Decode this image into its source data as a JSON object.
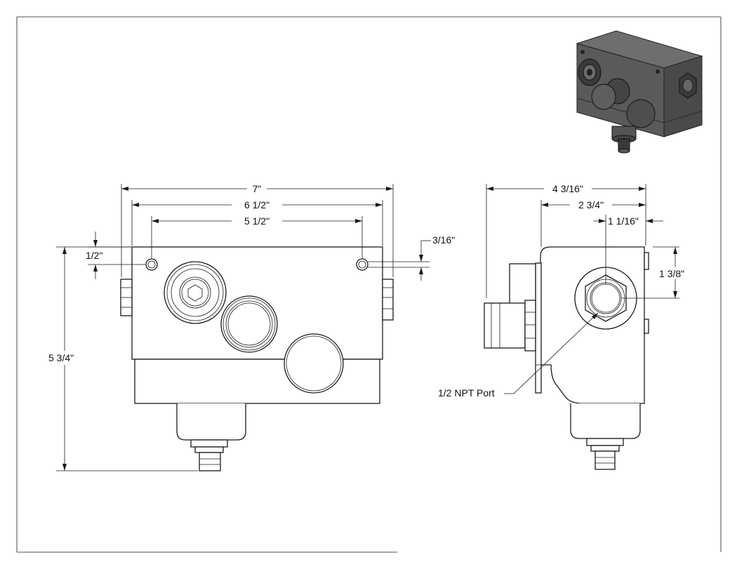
{
  "front_view": {
    "dim_overall_width": "7\"",
    "dim_port_span": "6 1/2\"",
    "dim_hole_span": "5 1/2\"",
    "dim_hole_from_top": "1/2\"",
    "dim_hole_diameter": "3/16\"",
    "dim_overall_height": "5 3/4\""
  },
  "side_view": {
    "dim_overall_depth": "4 3/16\"",
    "dim_body_depth": "2 3/4\"",
    "dim_port_from_edge": "1 1/16\"",
    "dim_port_from_top": "1 3/8\"",
    "port_callout": "1/2 NPT Port"
  },
  "colors": {
    "line": "#1a1a1a",
    "iso_body": "#5a5a5a",
    "iso_dark": "#3a3a3a",
    "iso_light": "#7a7a7a"
  }
}
